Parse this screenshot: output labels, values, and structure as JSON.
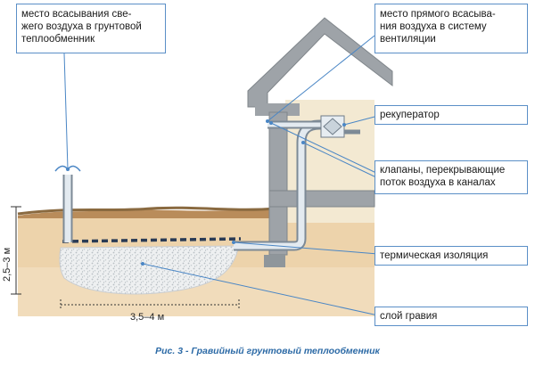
{
  "labels": {
    "fresh_air_intake": "место всасывания све-\nжего воздуха в грунтовой\nтеплообменник",
    "direct_intake": "место прямого всасыва-\nния воздуха в систему\nвентиляции",
    "recuperator": "рекуператор",
    "valves": "клапаны, перекрывающие\nпоток воздуха в каналах",
    "insulation": "термическая изоляция",
    "gravel": "слой гравия"
  },
  "dimensions": {
    "depth": "2,5–3 м",
    "width": "3,5–4 м"
  },
  "caption": "Рис. 3 - Гравийный грунтовый теплообменник",
  "colors": {
    "label_border": "#5b8fc7",
    "leader": "#4a86c5",
    "caption": "#2c6aa6",
    "soil_top": "#c89a66",
    "soil": "#e8caa0",
    "grass": "#8c6a3f",
    "house_wall": "#f3e9d2",
    "house_frame": "#9ea3a8",
    "pipe": "#dfe7ee",
    "gravel": "#eceff1"
  }
}
